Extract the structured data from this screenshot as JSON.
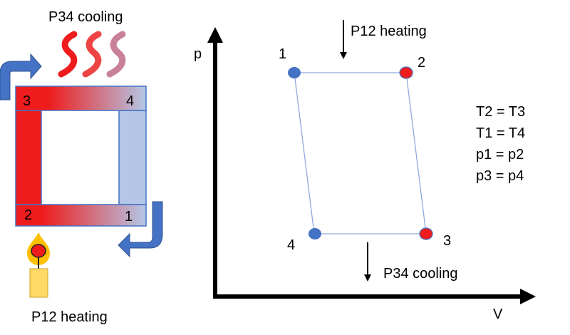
{
  "labels": {
    "cooling_top": "P34 cooling",
    "heating_bottom": "P12 heating",
    "heating_arrow": "P12 heating",
    "cooling_arrow": "P34 cooling",
    "axis_p": "p",
    "axis_v": "V"
  },
  "loop_corners": {
    "c1": "1",
    "c2": "2",
    "c3": "3",
    "c4": "4"
  },
  "points": {
    "p1": "1",
    "p2": "2",
    "p3": "3",
    "p4": "4"
  },
  "relations": [
    "T2 = T3",
    "T1 = T4",
    "p1 = p2",
    "p3 = p4"
  ],
  "colors": {
    "hot": "#ee1c1c",
    "cold": "#b4c7e7",
    "arrow": "#4472c4",
    "point_blue": "#4472c4",
    "point_red": "#ee1c1c",
    "line": "#8faadc",
    "flame_outer": "#ffc000",
    "flame_inner": "#ee1c1c",
    "candle": "#ffd966",
    "steam_1": "#ee1c1c",
    "steam_2": "#ee4444",
    "steam_3": "#c9809a"
  },
  "icons": [
    "steam-icon",
    "flow-arrow-icon",
    "candle-flame-icon"
  ]
}
